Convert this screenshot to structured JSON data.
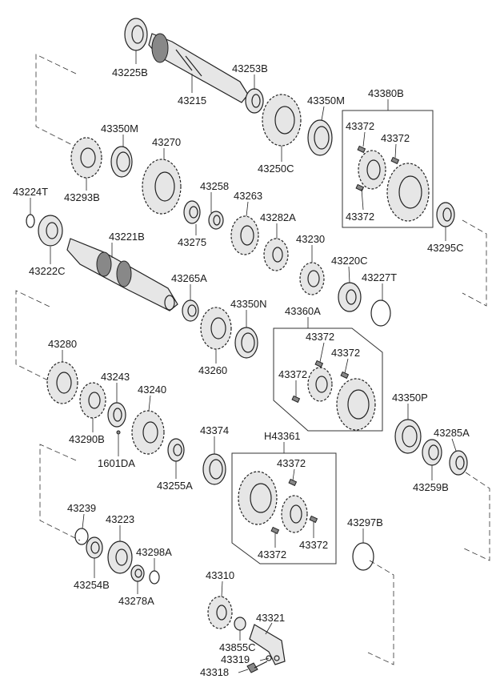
{
  "labels": {
    "l43225B": "43225B",
    "l43215": "43215",
    "l43253B": "43253B",
    "l43350M_a": "43350M",
    "l43380B": "43380B",
    "l43250C": "43250C",
    "l43350M_b": "43350M",
    "l43270": "43270",
    "l43293B": "43293B",
    "l43372_a": "43372",
    "l43372_b": "43372",
    "l43372_c": "43372",
    "l43224T": "43224T",
    "l43258": "43258",
    "l43263": "43263",
    "l43275": "43275",
    "l43282A": "43282A",
    "l43295C": "43295C",
    "l43221B": "43221B",
    "l43230": "43230",
    "l43222C": "43222C",
    "l43220C": "43220C",
    "l43227T": "43227T",
    "l43265A": "43265A",
    "l43350N": "43350N",
    "l43360A": "43360A",
    "l43372_d": "43372",
    "l43372_e": "43372",
    "l43372_f": "43372",
    "l43280": "43280",
    "l43260": "43260",
    "l43243": "43243",
    "l43240": "43240",
    "l43350P": "43350P",
    "l43290B": "43290B",
    "l43285A": "43285A",
    "l1601DA": "1601DA",
    "l43374": "43374",
    "lH43361": "H43361",
    "l43255A": "43255A",
    "l43259B": "43259B",
    "l43372_g": "43372",
    "l43239": "43239",
    "l43223": "43223",
    "l43297B": "43297B",
    "l43298A": "43298A",
    "l43254B": "43254B",
    "l43372_h": "43372",
    "l43372_i": "43372",
    "l43278A": "43278A",
    "l43310": "43310",
    "l43321": "43321",
    "l43855C": "43855C",
    "l43319": "43319",
    "l43318": "43318"
  }
}
